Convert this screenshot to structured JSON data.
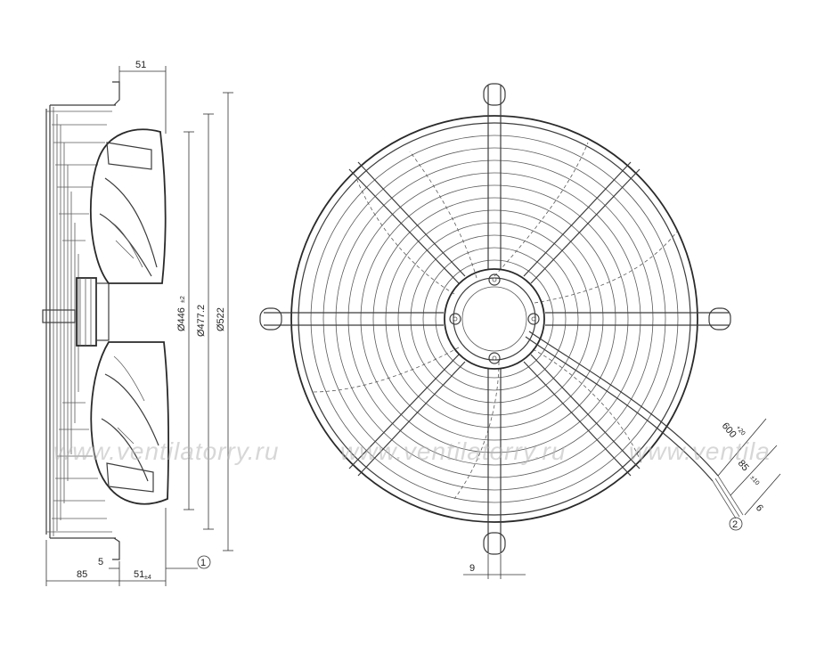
{
  "dimensions": {
    "width_51_top": "51",
    "dia_446": "Ø446",
    "dia_446_tol": "±2",
    "dia_477": "Ø477.2",
    "dia_522": "Ø522",
    "width_85": "85",
    "width_5": "5",
    "width_51_bottom": "51",
    "width_51_bottom_tol": "±4",
    "width_9": "9",
    "cable_600": "600",
    "cable_600_tol": "+20",
    "cable_85": "85",
    "cable_85_tol": "±10",
    "cable_6": "6"
  },
  "callouts": {
    "ref_1": "1",
    "ref_2": "2"
  },
  "watermark": {
    "segment_1": "www.ventilatorry.ru",
    "segment_2": "www.ventilatorry.ru",
    "segment_3": "www.ventila"
  },
  "colors": {
    "line": "#3c3c3c",
    "watermark": "#b8b8b8"
  }
}
